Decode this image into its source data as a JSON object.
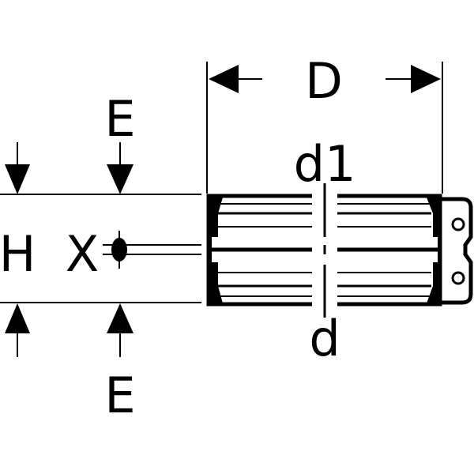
{
  "labels": {
    "D": "D",
    "E_top": "E",
    "E_bottom": "E",
    "H": "H",
    "X": "X",
    "d1": "d1",
    "d": "d"
  }
}
